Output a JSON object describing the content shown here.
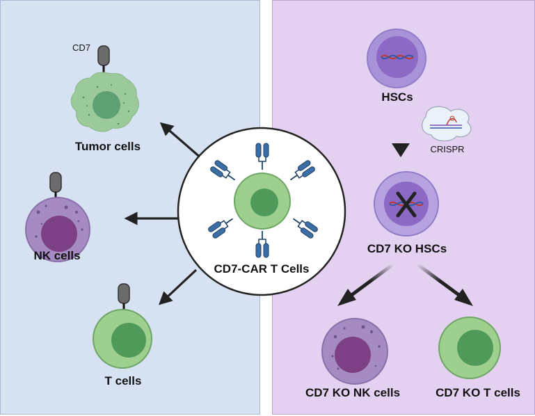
{
  "left_panel": {
    "cd7_label": "CD7",
    "tumor_label": "Tumor cells",
    "nk_label": "NK cells",
    "t_label": "T cells"
  },
  "center": {
    "car_t_label": "CD7-CAR T Cells"
  },
  "right_panel": {
    "hsc_label": "HSCs",
    "crispr_label": "CRISPR",
    "ko_hsc_label": "CD7 KO HSCs",
    "ko_nk_label": "CD7 KO NK cells",
    "ko_t_label": "CD7 KO T cells"
  },
  "colors": {
    "left_bg": "#d6e1f1",
    "right_bg": "#e4d1f1",
    "t_cell": "#9fcf8e",
    "t_nucleus": "#4f9a5a",
    "nk_cell": "#a58bc2",
    "nk_nucleus": "#7d3f86",
    "hsc_cell": "#a892d8",
    "car": "#3b6ea5"
  }
}
